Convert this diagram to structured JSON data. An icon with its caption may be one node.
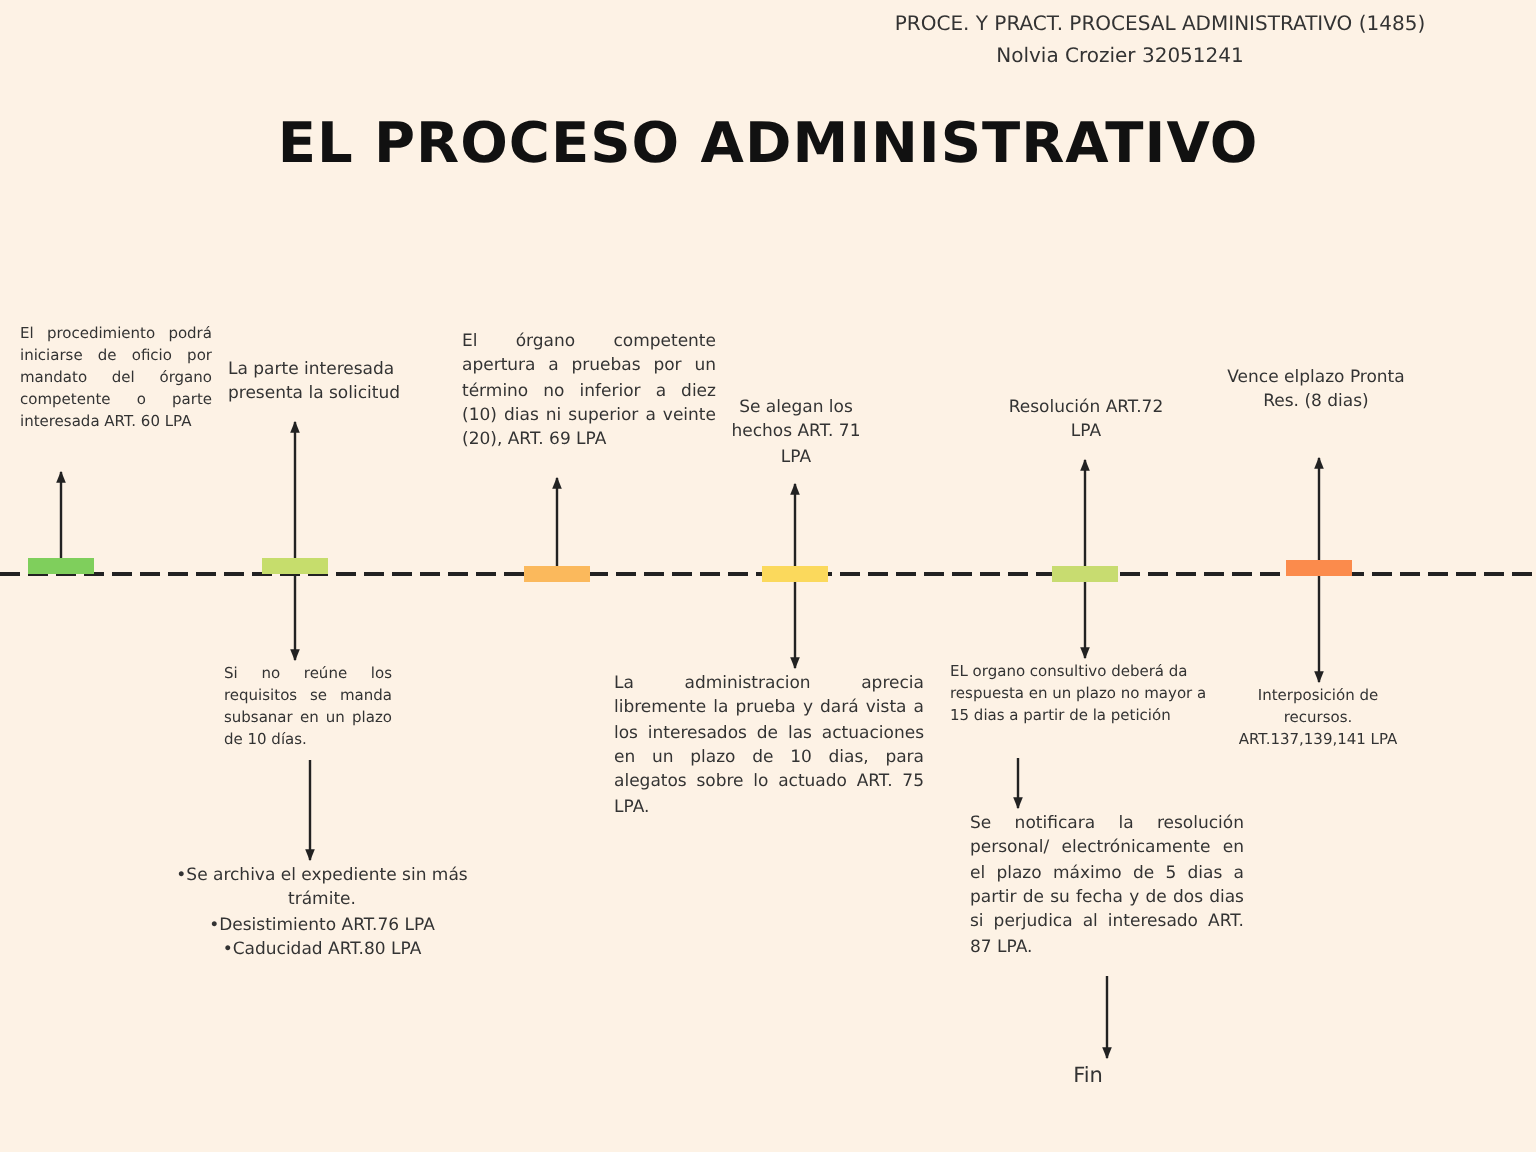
{
  "diagram": {
    "title": "EL PROCESO ADMINISTRATIVO",
    "nodes": [
      {
        "text": [],
        "shape": "bar"
      },
      {
        "text": [
          "El procedimiento podrá iniciarse de oficio por mandato del órgano competente o parte interesada ART. 60 LPA"
        ]
      },
      {
        "text": [],
        "shape": "bar"
      },
      {
        "text": [
          "La parte interesada presenta la solicitud"
        ]
      },
      {
        "text": [
          "Si no reúne los requisitos se manda subsanar en un plazo de 10 días."
        ]
      },
      {
        "text": [
          "•Se archiva el expediente sin más trámite.",
          "•Desistimiento ART.76 LPA",
          "•Caducidad ART.80 LPA"
        ]
      },
      {
        "text": [],
        "shape": "bar"
      },
      {
        "text": [
          "El órgano competente apertura a pruebas por un término no inferior a diez (10) dias ni superior a veinte (20), ART. 69 LPA"
        ]
      },
      {
        "text": [],
        "shape": "bar"
      },
      {
        "text": [
          "Se alegan los hechos ART. 71 LPA"
        ]
      },
      {
        "text": [
          "La administracion aprecia libremente la prueba y dará vista a los interesados de las actuaciones en un plazo de 10 dias, para alegatos sobre lo actuado ART. 75 LPA."
        ]
      },
      {
        "text": [],
        "shape": "bar"
      },
      {
        "text": [
          "Resolución ART.72 LPA"
        ]
      },
      {
        "text": [
          "EL organo consultivo deberá da respuesta en un plazo no mayor a 15 dias a partir de la petición"
        ]
      },
      {
        "text": [
          "Se notificara la resolución personal/ electrónicamente en el plazo máximo de 5 dias a partir de su fecha y de dos dias si perjudica al interesado ART. 87 LPA."
        ]
      },
      {
        "text": [
          "Fin"
        ]
      },
      {
        "text": [],
        "shape": "bar"
      },
      {
        "text": [
          "Vence elplazo Pronta Res. (8 dias)"
        ]
      },
      {
        "text": [
          "Interposición de recursos. ART.137,139,141 LPA"
        ]
      }
    ],
    "edges": [
      {
        "from": 0,
        "to": 1,
        "arrow": "to"
      },
      {
        "from": 2,
        "to": 3,
        "arrow": "to"
      },
      {
        "from": 2,
        "to": 4,
        "arrow": "to"
      },
      {
        "from": 4,
        "to": 5,
        "arrow": "to"
      },
      {
        "from": 6,
        "to": 7,
        "arrow": "to"
      },
      {
        "from": 8,
        "to": 9,
        "arrow": "to"
      },
      {
        "from": 8,
        "to": 10,
        "arrow": "to"
      },
      {
        "from": 11,
        "to": 12,
        "arrow": "to"
      },
      {
        "from": 11,
        "to": 13,
        "arrow": "to"
      },
      {
        "from": 13,
        "to": 14,
        "arrow": "to"
      },
      {
        "from": 14,
        "to": 15,
        "arrow": "to"
      },
      {
        "from": 16,
        "to": 17,
        "arrow": "to"
      },
      {
        "from": 16,
        "to": 18,
        "arrow": "to"
      }
    ],
    "labels": [
      "PROCE. Y PRACT. PROCESAL ADMINISTRATIVO (1485)",
      "Nolvia Crozier 32051241"
    ]
  }
}
